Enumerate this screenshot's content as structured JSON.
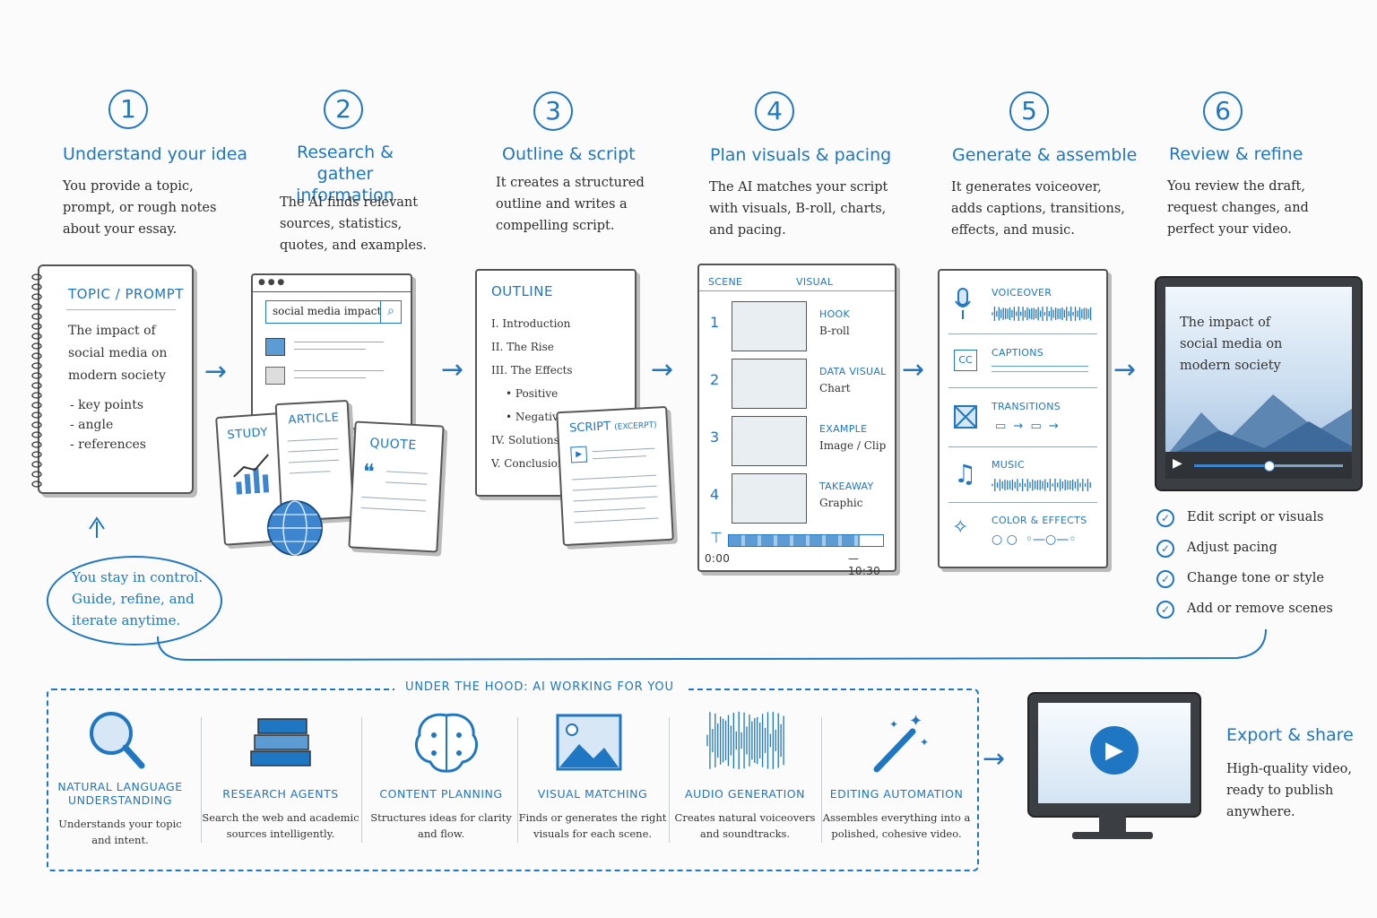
{
  "steps": [
    {
      "number": "1",
      "title": "Understand your idea",
      "desc": [
        "You provide a topic,",
        "prompt, or rough notes",
        "about your essay."
      ]
    },
    {
      "number": "2",
      "title": "Research & gather information",
      "desc": [
        "The AI finds relevant",
        "sources, statistics,",
        "quotes, and examples."
      ]
    },
    {
      "number": "3",
      "title": "Outline & script",
      "desc": [
        "It creates a structured",
        "outline and writes a",
        "compelling script."
      ]
    },
    {
      "number": "4",
      "title": "Plan visuals & pacing",
      "desc": [
        "The AI matches your script",
        "with visuals, B-roll, charts,",
        "and pacing."
      ]
    },
    {
      "number": "5",
      "title": "Generate & assemble",
      "desc": [
        "It generates voiceover,",
        "adds captions, transitions,",
        "effects, and music."
      ]
    },
    {
      "number": "6",
      "title": "Review & refine",
      "desc": [
        "You review the draft,",
        "request changes, and",
        "perfect your video."
      ]
    }
  ],
  "notebook": {
    "header": "TOPIC / PROMPT",
    "lines": [
      "The impact of",
      "social media on",
      "modern society"
    ],
    "bullets": [
      "- key points",
      "- angle",
      "- references"
    ]
  },
  "research": {
    "search_value": "social media impact",
    "docs": [
      "STUDY",
      "ARTICLE",
      "QUOTE"
    ]
  },
  "outline": {
    "header": "OUTLINE",
    "items": [
      "I.  Introduction",
      "II.  The Rise",
      "III.  The Effects",
      "•  Positive",
      "•  Negative",
      "IV.  Solutions",
      "V.  Conclusion"
    ],
    "script_label": "SCRIPT",
    "script_sub": "(EXCERPT)"
  },
  "storyboard": {
    "col_scene": "SCENE",
    "col_visual": "VISUAL",
    "rows": [
      {
        "n": "1",
        "label": "HOOK",
        "sub": "B-roll"
      },
      {
        "n": "2",
        "label": "DATA VISUAL",
        "sub": "Chart"
      },
      {
        "n": "3",
        "label": "EXAMPLE",
        "sub": "Image / Clip"
      },
      {
        "n": "4",
        "label": "TAKEAWAY",
        "sub": "Graphic"
      }
    ],
    "time_start": "0:00",
    "time_end": "10:30",
    "timeline_progress": 0.85
  },
  "assemble": {
    "rows": [
      "VOICEOVER",
      "CAPTIONS",
      "TRANSITIONS",
      "MUSIC",
      "COLOR & EFFECTS"
    ],
    "cc_label": "CC"
  },
  "preview": {
    "text": [
      "The impact of",
      "social media on",
      "modern society"
    ],
    "progress": 0.5
  },
  "review_checks": [
    "Edit script or visuals",
    "Adjust pacing",
    "Change tone or style",
    "Add or remove scenes"
  ],
  "control_note": [
    "You stay in control.",
    "Guide, refine, and",
    "iterate anytime."
  ],
  "hood": {
    "title": "UNDER THE HOOD: AI WORKING FOR YOU",
    "items": [
      {
        "icon": "magnifier-icon",
        "title": [
          "NATURAL LANGUAGE",
          "UNDERSTANDING"
        ],
        "desc": [
          "Understands your topic",
          "and intent."
        ]
      },
      {
        "icon": "books-icon",
        "title": [
          "RESEARCH AGENTS"
        ],
        "desc": [
          "Search the web and academic",
          "sources intelligently."
        ]
      },
      {
        "icon": "brain-icon",
        "title": [
          "CONTENT PLANNING"
        ],
        "desc": [
          "Structures ideas for clarity",
          "and flow."
        ]
      },
      {
        "icon": "image-icon",
        "title": [
          "VISUAL MATCHING"
        ],
        "desc": [
          "Finds or generates the right",
          "visuals for each scene."
        ]
      },
      {
        "icon": "waveform-icon",
        "title": [
          "AUDIO GENERATION"
        ],
        "desc": [
          "Creates natural voiceovers",
          "and soundtracks."
        ]
      },
      {
        "icon": "magic-wand-icon",
        "title": [
          "EDITING AUTOMATION"
        ],
        "desc": [
          "Assembles everything into a",
          "polished, cohesive video."
        ]
      }
    ]
  },
  "export": {
    "title": "Export & share",
    "desc": [
      "High-quality video,",
      "ready to publish",
      "anywhere."
    ]
  },
  "colors": {
    "accent": "#1f76c2",
    "ink": "#2b2b2b"
  }
}
